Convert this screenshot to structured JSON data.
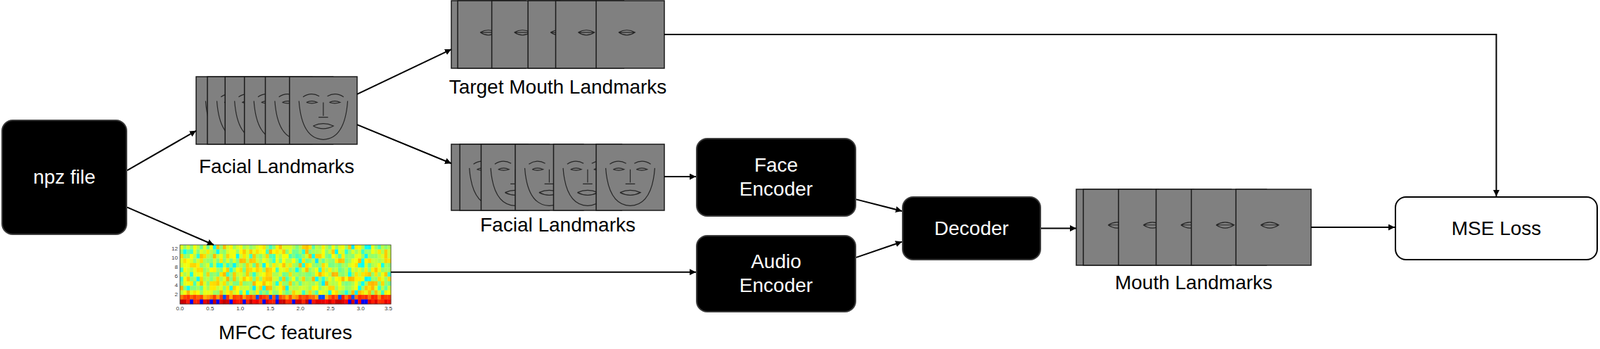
{
  "diagram": {
    "nodes": [
      {
        "text": [
          "npz file"
        ]
      },
      {
        "text": [
          "Facial Landmarks"
        ]
      },
      {
        "text": [
          "Target Mouth Landmarks"
        ]
      },
      {
        "text": [
          "Facial Landmarks"
        ]
      },
      {
        "text": [
          "MFCC features"
        ]
      },
      {
        "text": [
          "Face Encoder"
        ]
      },
      {
        "text": [
          "Audio Encoder"
        ]
      },
      {
        "text": [
          "Decoder"
        ]
      },
      {
        "text": [
          "Mouth Landmarks"
        ]
      },
      {
        "text": [
          "MSE Loss"
        ]
      }
    ],
    "edges": [
      {
        "from": 0,
        "to": 1,
        "arrow": "to"
      },
      {
        "from": 0,
        "to": 4,
        "arrow": "to"
      },
      {
        "from": 1,
        "to": 2,
        "arrow": "to"
      },
      {
        "from": 1,
        "to": 3,
        "arrow": "to"
      },
      {
        "from": 3,
        "to": 5,
        "arrow": "to"
      },
      {
        "from": 4,
        "to": 6,
        "arrow": "to"
      },
      {
        "from": 5,
        "to": 7,
        "arrow": "to"
      },
      {
        "from": 6,
        "to": 7,
        "arrow": "to"
      },
      {
        "from": 7,
        "to": 8,
        "arrow": "to"
      },
      {
        "from": 8,
        "to": 9,
        "arrow": "to"
      },
      {
        "from": 2,
        "to": 9,
        "arrow": "to"
      }
    ],
    "labels": [
      "12",
      "10",
      "8",
      "6",
      "4",
      "2",
      "0.0",
      "0.5",
      "1.0",
      "1.5",
      "2.0",
      "2.5",
      "3.0",
      "3.5"
    ]
  }
}
